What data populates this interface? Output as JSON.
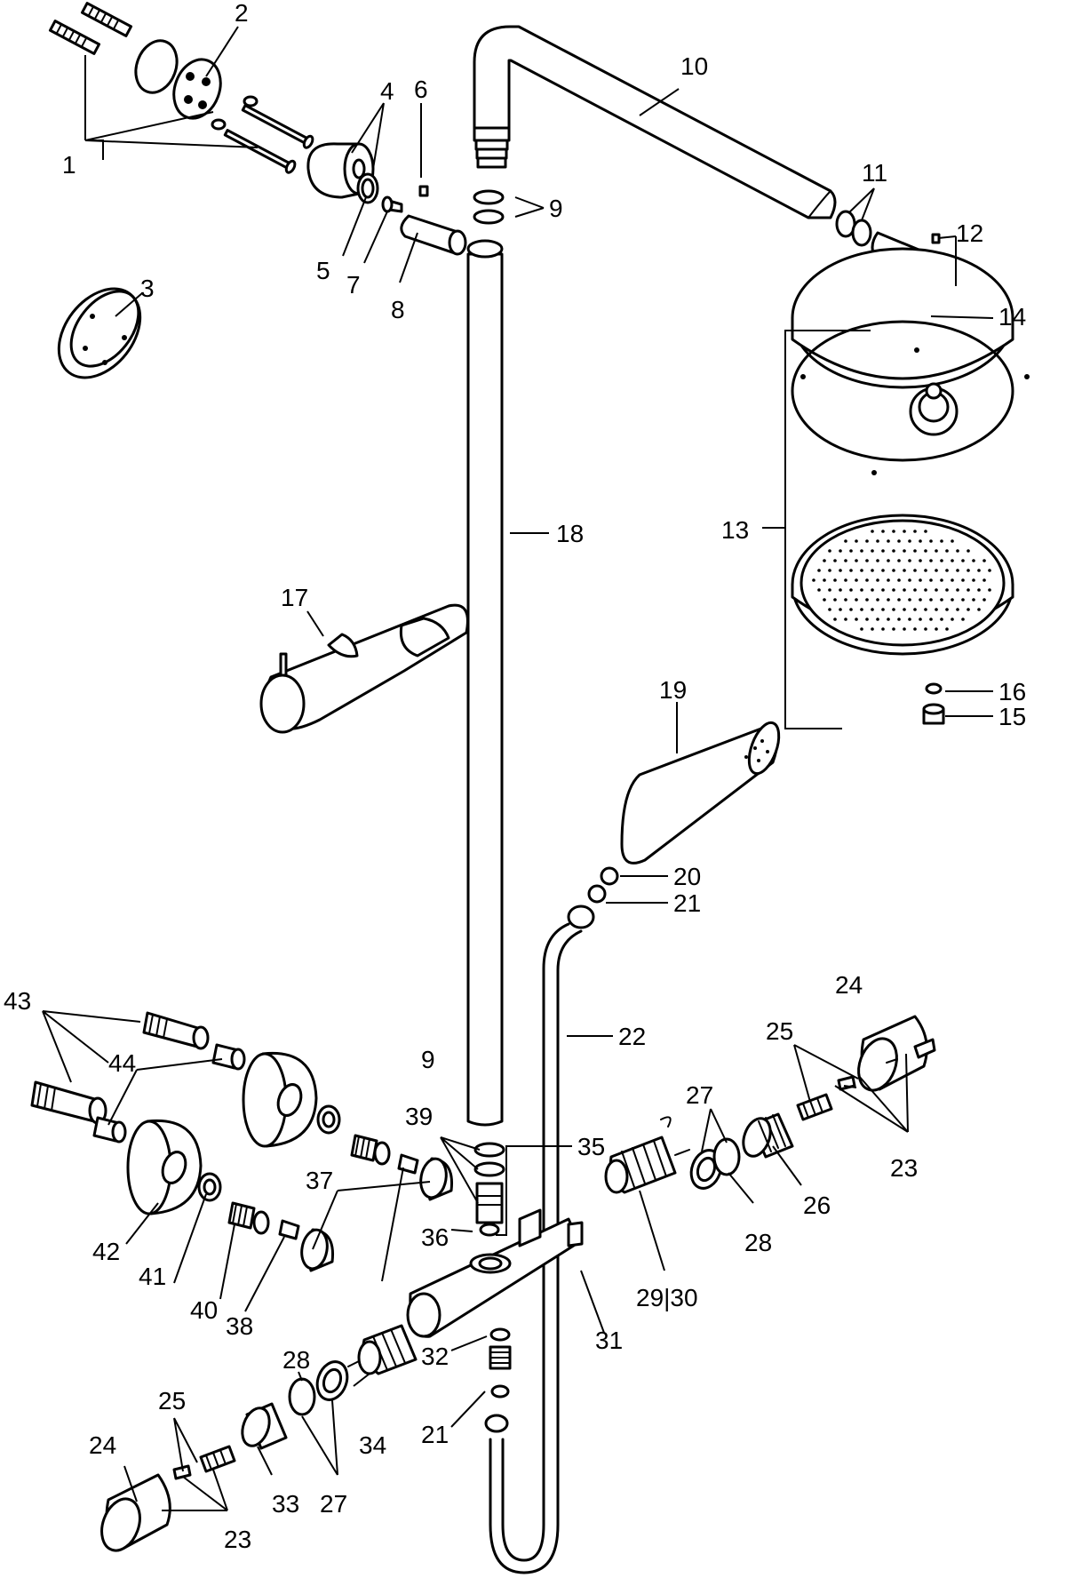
{
  "labels": [
    "1",
    "2",
    "3",
    "4",
    "5",
    "6",
    "7",
    "8",
    "9",
    "10",
    "11",
    "12",
    "13",
    "14",
    "15",
    "16",
    "17",
    "18",
    "19",
    "20",
    "21",
    "22",
    "23",
    "24",
    "25",
    "26",
    "27",
    "28",
    "29|30",
    "31",
    "32",
    "33",
    "34",
    "35",
    "36",
    "37",
    "38",
    "39",
    "40",
    "41",
    "42",
    "43",
    "44"
  ],
  "label_map": {
    "l1": "1",
    "l2": "2",
    "l3": "3",
    "l4": "4",
    "l5": "5",
    "l6": "6",
    "l7": "7",
    "l8": "8",
    "l9a": "9",
    "l9b": "9",
    "l10": "10",
    "l11": "11",
    "l12": "12",
    "l13": "13",
    "l14": "14",
    "l15": "15",
    "l16": "16",
    "l17": "17",
    "l18": "18",
    "l19": "19",
    "l20": "20",
    "l21a": "21",
    "l21b": "21",
    "l22": "22",
    "l23a": "23",
    "l23b": "23",
    "l24a": "24",
    "l24b": "24",
    "l25a": "25",
    "l25b": "25",
    "l26": "26",
    "l27a": "27",
    "l27b": "27",
    "l28a": "28",
    "l28b": "28",
    "l2930": "29|30",
    "l31": "31",
    "l32": "32",
    "l33": "33",
    "l34": "34",
    "l35": "35",
    "l36": "36",
    "l37": "37",
    "l38": "38",
    "l39": "39",
    "l40": "40",
    "l41": "41",
    "l42": "42",
    "l43": "43",
    "l44": "44"
  }
}
